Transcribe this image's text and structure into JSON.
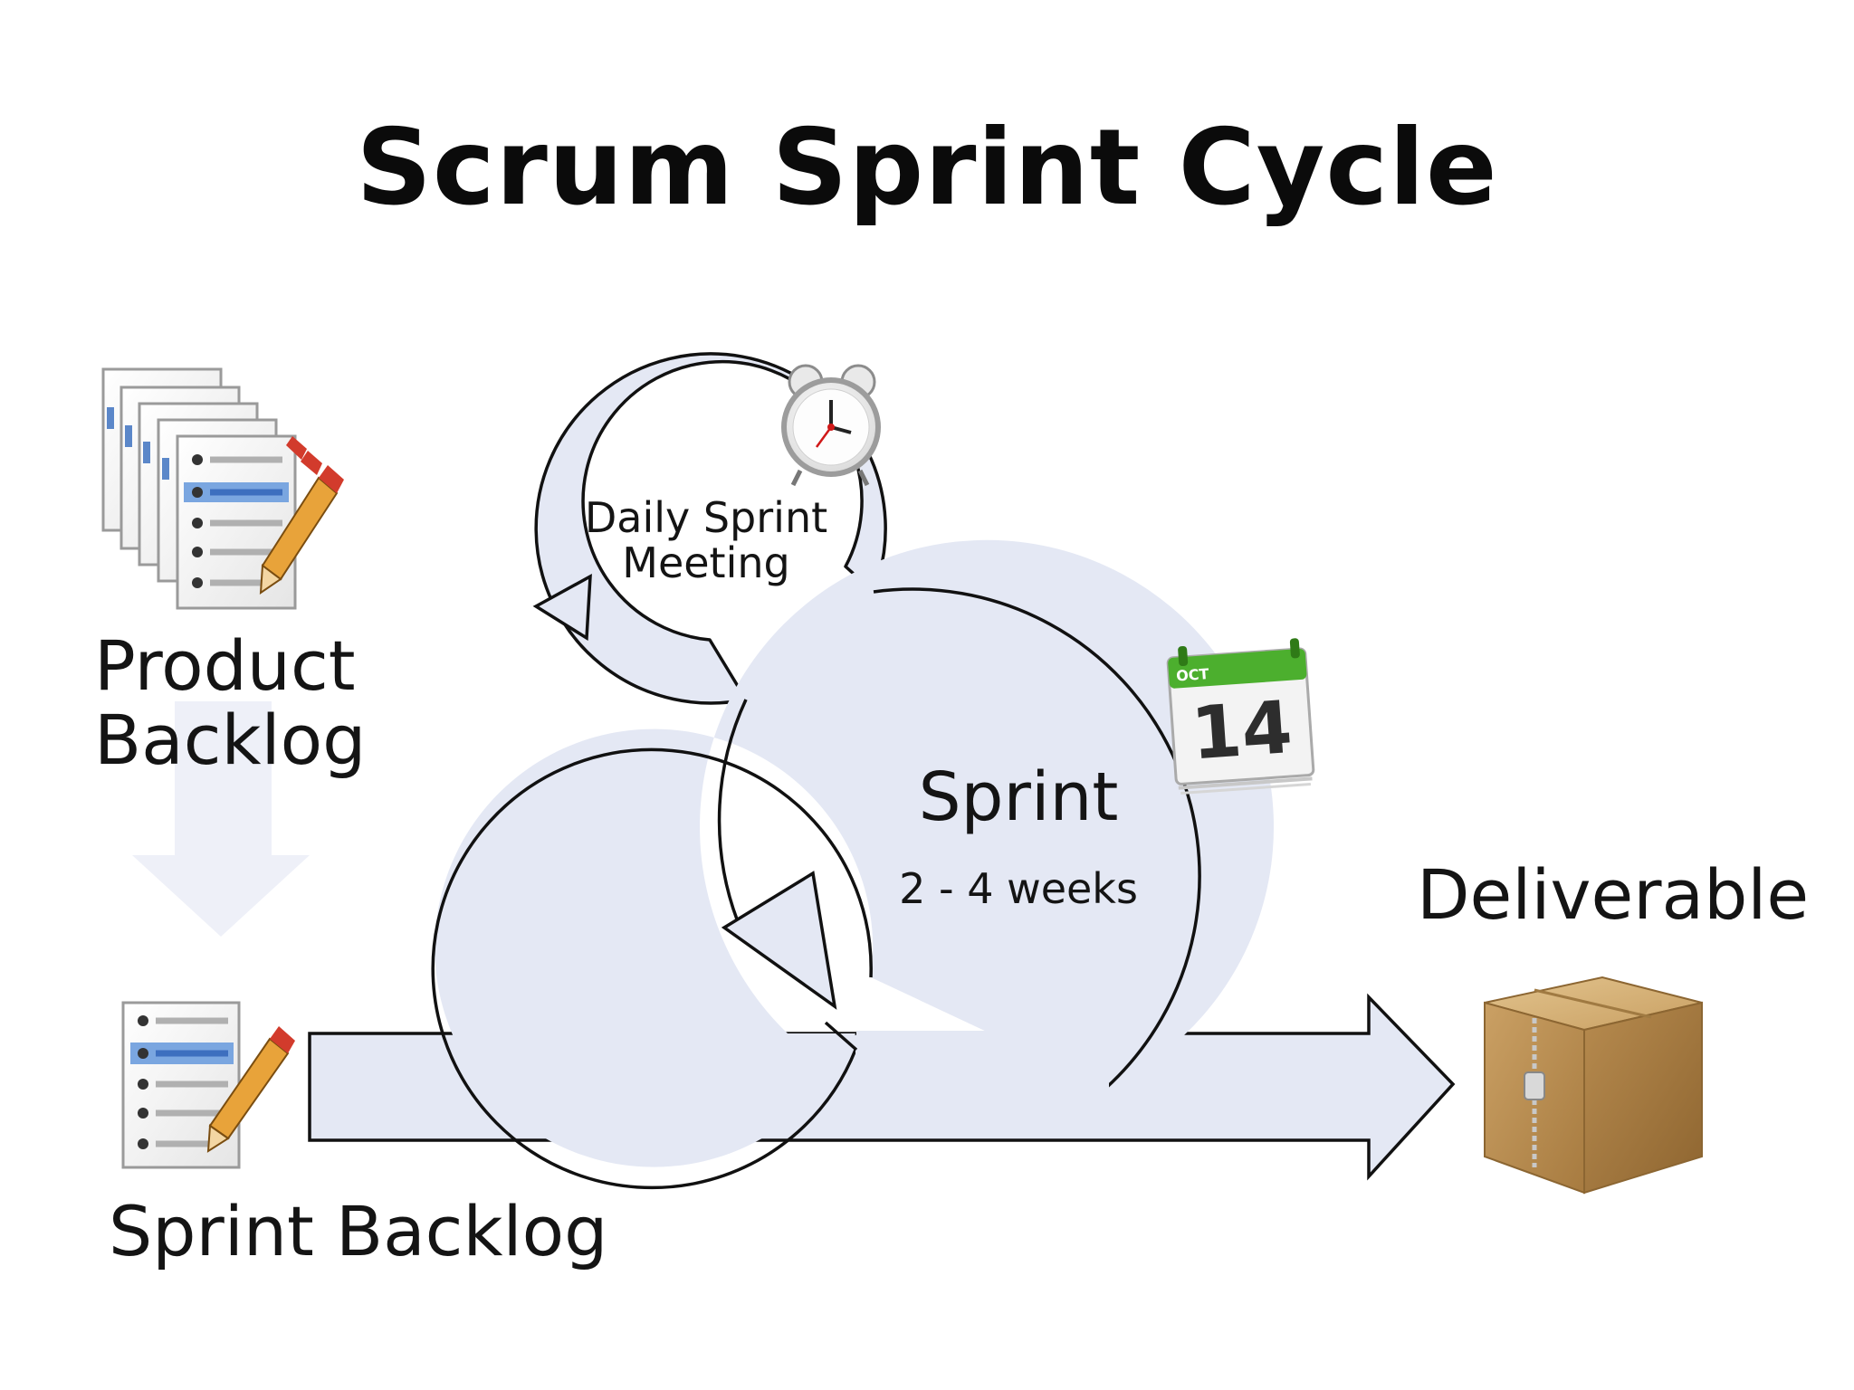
{
  "title": "Scrum Sprint Cycle",
  "product_backlog": {
    "line1": "Product",
    "line2": "Backlog"
  },
  "sprint_backlog": {
    "label": "Sprint Backlog"
  },
  "daily_meeting": {
    "line1": "Daily Sprint",
    "line2": "Meeting"
  },
  "sprint": {
    "label": "Sprint",
    "duration": "2 - 4 weeks"
  },
  "deliverable": {
    "label": "Deliverable"
  },
  "calendar": {
    "month": "OCT",
    "day": "14"
  },
  "icons": {
    "product_backlog": "document-stack-with-pencil-icon",
    "sprint_backlog": "document-with-pencil-icon",
    "daily_meeting": "alarm-clock-icon",
    "sprint": "calendar-icon",
    "deliverable": "cardboard-box-icon"
  },
  "colors": {
    "arrow_fill": "#e4e8f4",
    "arrow_stroke": "#111111",
    "calendar_green": "#4caf2e",
    "box_brown": "#c49a5a"
  }
}
